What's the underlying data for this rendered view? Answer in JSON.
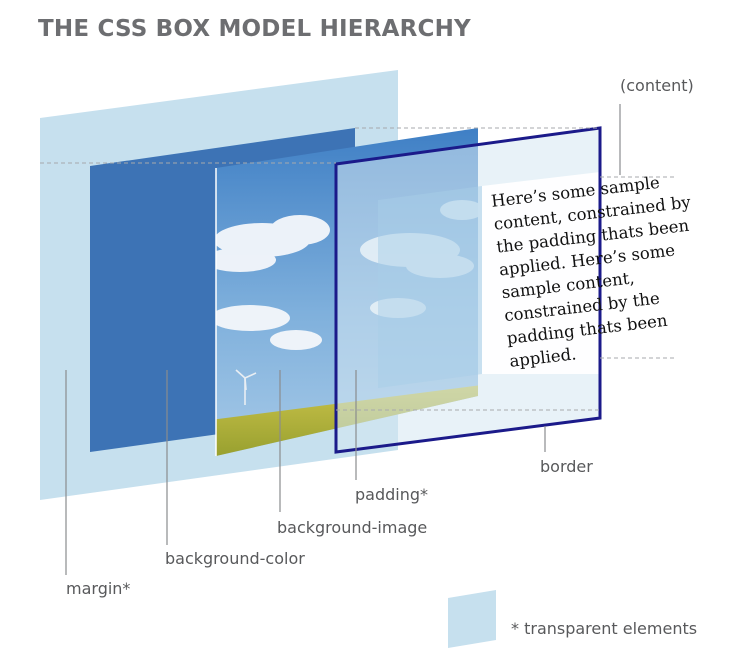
{
  "title": "THE CSS BOX MODEL HIERARCHY",
  "layers": {
    "margin": "margin*",
    "background_color": "background-color",
    "background_image": "background-image",
    "padding": "padding*",
    "border": "border",
    "content": "(content)"
  },
  "sample_text": "Here’s some sample content, constrained by the padding thats been applied. Here’s some sample content, constrained by the padding thats been applied.",
  "legend": {
    "note": "* transparent elements"
  },
  "colors": {
    "margin": "#c6e0ee",
    "background_color": "#3d73b5",
    "border": "#1b1a8a",
    "sky": "#3f80c6",
    "field": "#bdbe3c",
    "leader": "#8a8c8e"
  }
}
